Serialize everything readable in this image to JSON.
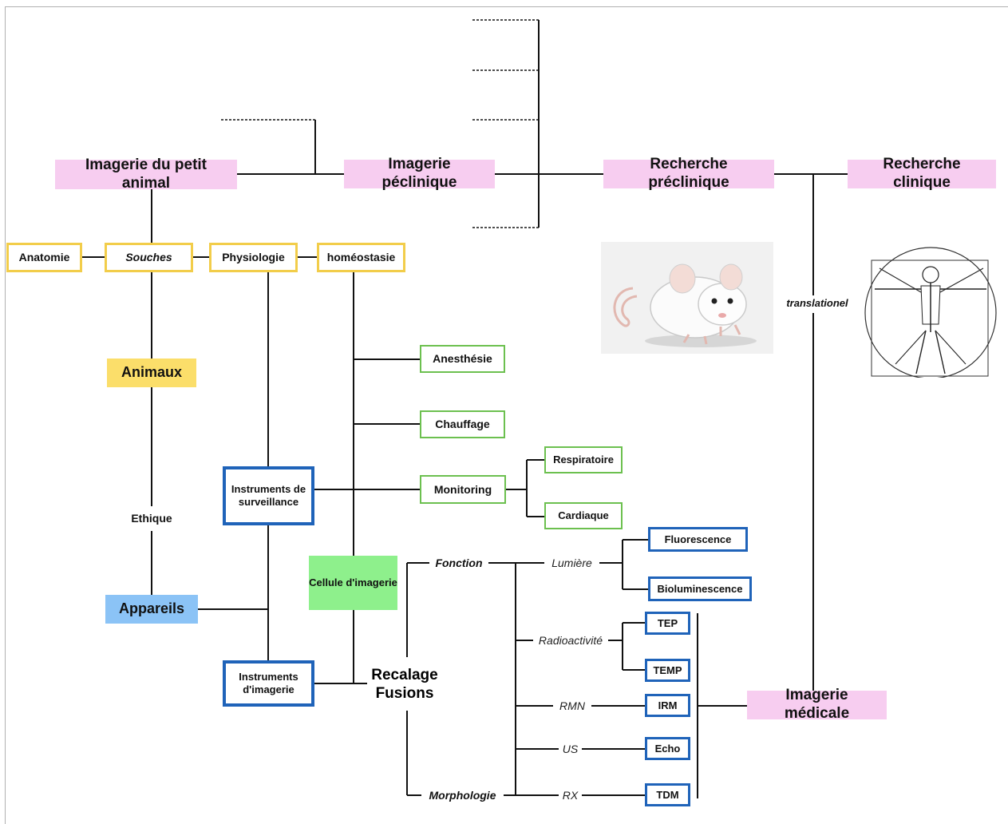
{
  "nodes": {
    "imagerie_petit_animal": "Imagerie du petit animal",
    "imagerie_preclinique": "Imagerie péclinique",
    "recherche_preclinique": "Recherche préclinique",
    "recherche_clinique": "Recherche clinique",
    "anatomie": "Anatomie",
    "souches": "Souches",
    "physiologie": "Physiologie",
    "homeostasie": "homéostasie",
    "animaux": "Animaux",
    "ethique": "Ethique",
    "appareils": "Appareils",
    "anesthesie": "Anesthésie",
    "chauffage": "Chauffage",
    "monitoring": "Monitoring",
    "respiratoire": "Respiratoire",
    "cardiaque": "Cardiaque",
    "instruments_surveillance": "Instruments de surveillance",
    "instruments_imagerie": "Instruments d'imagerie",
    "cellule_imagerie": "Cellule d'imagerie",
    "recalage_line1": "Recalage",
    "recalage_line2": "Fusions",
    "fonction": "Fonction",
    "morphologie": "Morphologie",
    "lumiere": "Lumière",
    "radioactivite": "Radioactivité",
    "rmn": "RMN",
    "us": "US",
    "rx": "RX",
    "fluorescence": "Fluorescence",
    "bioluminescence": "Bioluminescence",
    "tep": "TEP",
    "temp": "TEMP",
    "irm": "IRM",
    "echo": "Echo",
    "tdm": "TDM",
    "imagerie_medicale": "Imagerie médicale",
    "translationel": "translationel"
  },
  "colors": {
    "pink": "#f7cdf0",
    "yellow_border": "#f2cd4a",
    "yellow_fill": "#fbde6a",
    "green_border": "#6cc04f",
    "green_fill": "#8ef08c",
    "blue_border": "#1f63b9",
    "blue_fill": "#8bc3f6"
  },
  "images": [
    "white-mouse-photo",
    "vitruvian-man-drawing"
  ]
}
